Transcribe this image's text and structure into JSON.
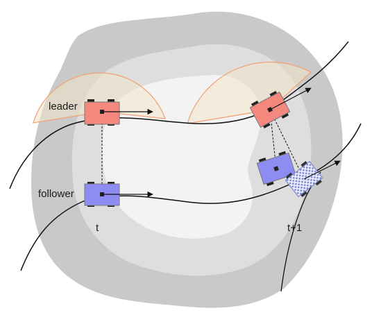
{
  "labels": {
    "leader": "leader",
    "follower": "follower",
    "time_t": "t",
    "time_t1": "t+1"
  },
  "colors": {
    "background": "#ffffff",
    "outer_region": "#c9c9c9",
    "middle_region": "#dedede",
    "inner_region": "#f3f3f3",
    "leader_body": "#f4877e",
    "follower_body": "#8c8cf2",
    "sensor_fill": "#f3e6c9",
    "sensor_stroke": "#f0a47a",
    "trajectory": "#111111",
    "hatched_robot": "#7f8fd6"
  },
  "icons": [
    "leader-robot-icon",
    "follower-robot-icon",
    "predicted-follower-robot-icon",
    "arrow-head-icon"
  ]
}
